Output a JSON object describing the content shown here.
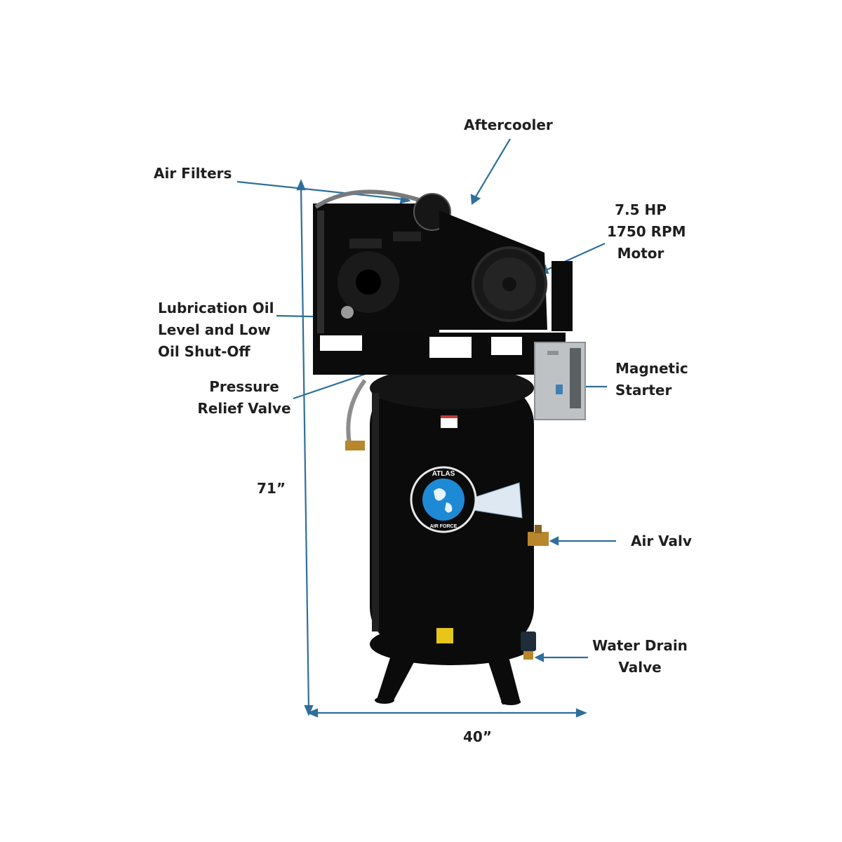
{
  "callouts": {
    "aftercooler": [
      "Aftercooler"
    ],
    "air_filters": [
      "Air Filters"
    ],
    "motor": [
      "7.5 HP",
      "1750 RPM",
      "Motor"
    ],
    "lubrication": [
      "Lubrication Oil",
      "Level and Low",
      "Oil Shut-Off"
    ],
    "magnetic_starter": [
      "Magnetic",
      "Starter"
    ],
    "pressure_relief": [
      "Pressure",
      "Relief Valve"
    ],
    "air_valve": [
      "Air Valv"
    ],
    "water_drain": [
      "Water Drain",
      "Valve"
    ]
  },
  "dimensions": {
    "height": "71”",
    "width": "40”"
  },
  "badge": {
    "top": "ATLAS",
    "bottom": "AIR FORCE"
  },
  "colors": {
    "leader_line": "#2f6f9a",
    "label_text": "#1f1f1f",
    "machine_black": "#0b0b0b",
    "badge_blue": "#1e8ad6",
    "starter_box": "#bfc2c4"
  }
}
